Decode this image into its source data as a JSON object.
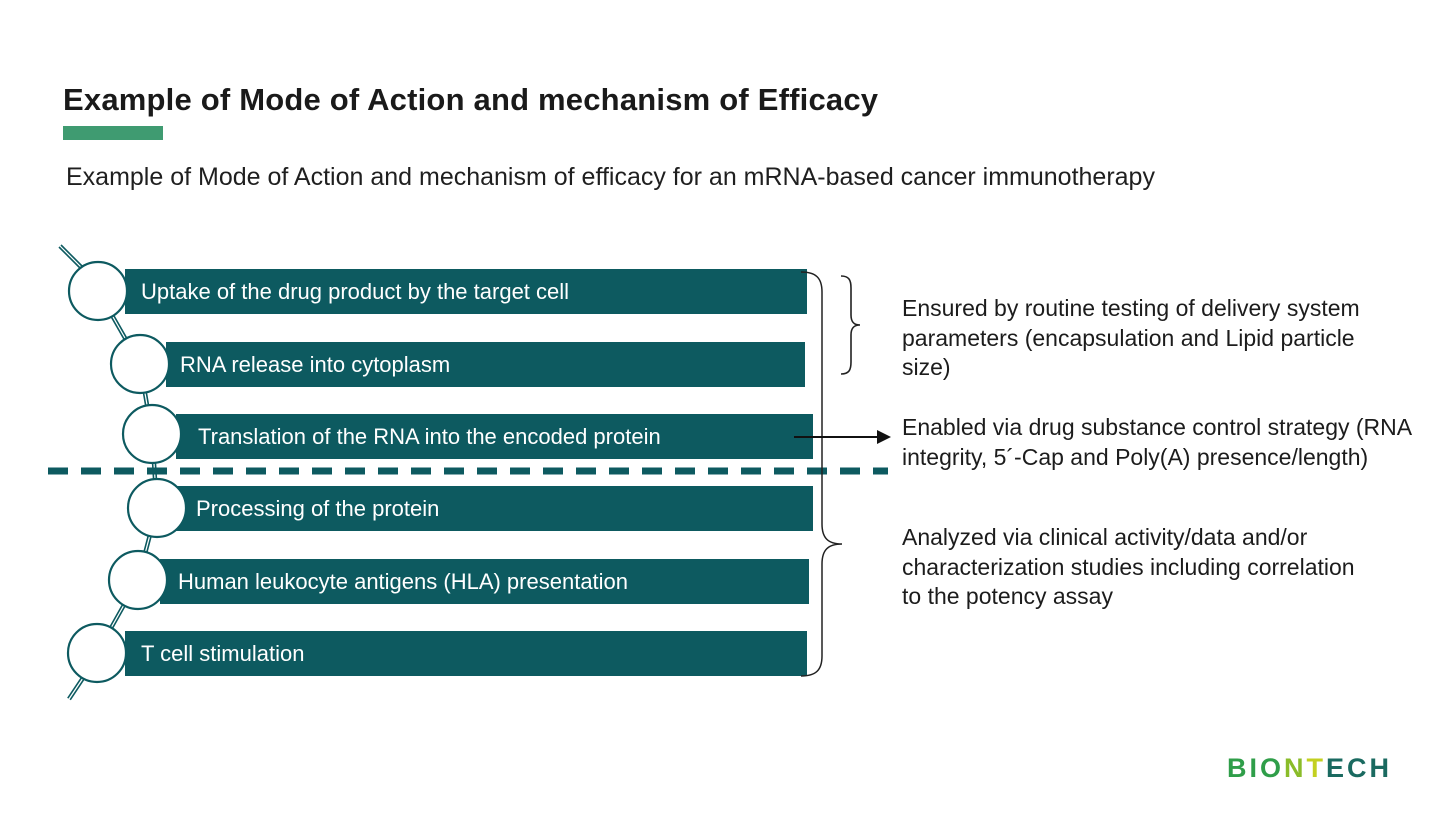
{
  "slide": {
    "title": "Example of Mode of Action and mechanism of Efficacy",
    "subtitle": "Example of Mode of Action and mechanism of efficacy for an mRNA-based cancer immunotherapy"
  },
  "colors": {
    "bar_teal": "#0d5a60",
    "accent_green": "#3f9b71",
    "text": "#1c1c1c",
    "logo_green": "#2f9e49",
    "logo_lime": "#c3d021",
    "logo_dark_teal": "#1a6a60"
  },
  "diagram": {
    "steps": [
      {
        "label": "Uptake of the drug product by the target cell"
      },
      {
        "label": "RNA release into cytoplasm"
      },
      {
        "label": "Translation of the RNA into the encoded protein"
      },
      {
        "label": "Processing of the protein"
      },
      {
        "label": "Human leukocyte antigens (HLA) presentation"
      },
      {
        "label": "T cell stimulation"
      }
    ],
    "annotations": [
      {
        "text": "Ensured by routine testing of delivery system\nparameters (encapsulation and Lipid particle\nsize)"
      },
      {
        "text": "Enabled via drug substance control strategy (RNA\nintegrity, 5´-Cap and Poly(A) presence/length)"
      },
      {
        "text": "Analyzed via clinical activity/data and/or\ncharacterization studies including correlation\nto the potency assay"
      }
    ]
  },
  "logo": {
    "part1": "BIO",
    "part2": "N",
    "part3": "T",
    "part4": "ECH"
  }
}
